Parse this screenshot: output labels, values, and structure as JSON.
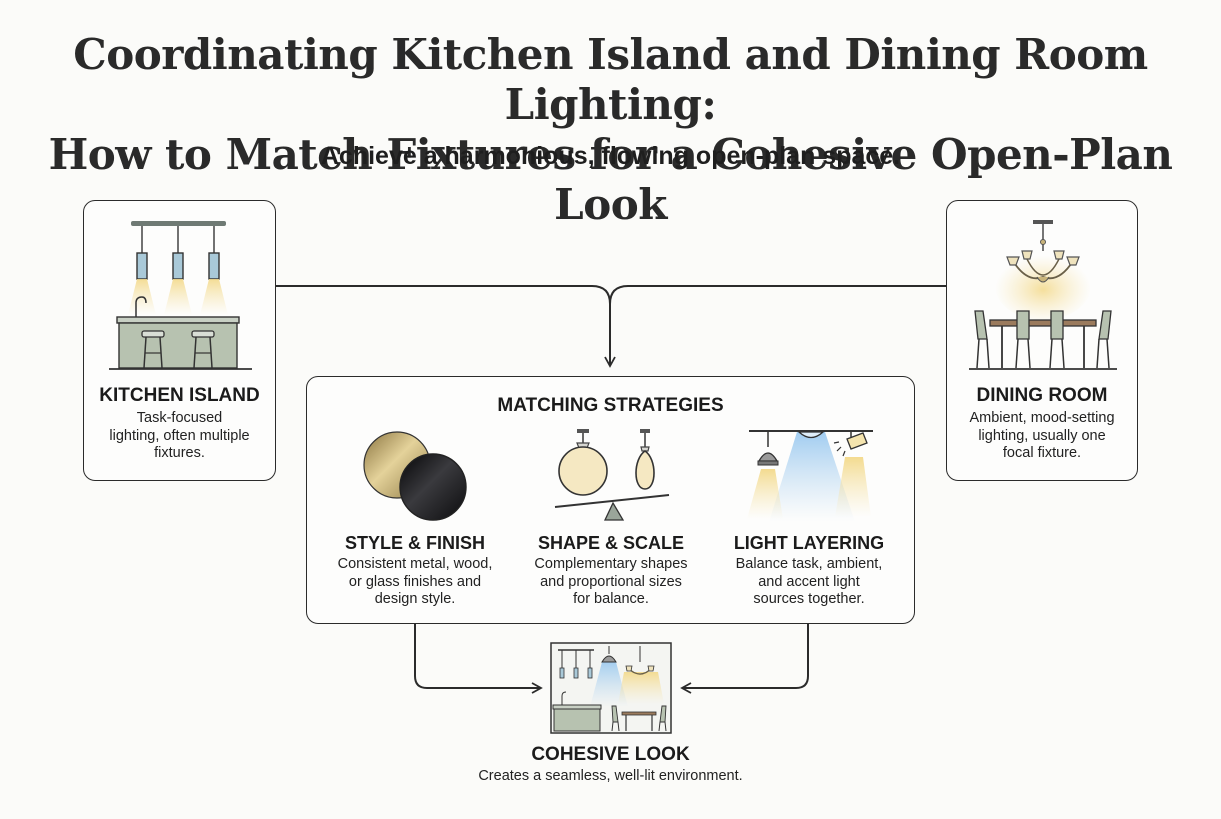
{
  "header": {
    "title_line1": "Coordinating Kitchen Island and Dining Room Lighting:",
    "title_line2": "How to Match Fixtures for a Cohesive Open-Plan Look",
    "subtitle": "Achieve a harmonious, flowing open-plan space."
  },
  "kitchen": {
    "title": "KITCHEN ISLAND",
    "desc_line1": "Task-focused",
    "desc_line2": "lighting, often multiple",
    "desc_line3": "fixtures."
  },
  "dining": {
    "title": "DINING ROOM",
    "desc_line1": "Ambient, mood-setting",
    "desc_line2": "lighting, usually one",
    "desc_line3": "focal fixture."
  },
  "strategies": {
    "title": "MATCHING STRATEGIES",
    "items": [
      {
        "title": "STYLE & FINISH",
        "desc_line1": "Consistent metal, wood,",
        "desc_line2": "or glass finishes and",
        "desc_line3": "design style."
      },
      {
        "title": "SHAPE & SCALE",
        "desc_line1": "Complementary shapes",
        "desc_line2": "and proportional sizes",
        "desc_line3": "for balance."
      },
      {
        "title": "LIGHT LAYERING",
        "desc_line1": "Balance task, ambient,",
        "desc_line2": "and accent light",
        "desc_line3": "sources together."
      }
    ]
  },
  "result": {
    "title": "COHESIVE LOOK",
    "desc": "Creates a seamless, well-lit environment."
  },
  "colors": {
    "line": "#2b2b2b",
    "sage": "#b7c2b0",
    "gold": "#c9b47a",
    "black_finish": "#1d1d1f",
    "warm_glow": "#f6e6b4",
    "cool_glow": "#bcd8f0"
  }
}
